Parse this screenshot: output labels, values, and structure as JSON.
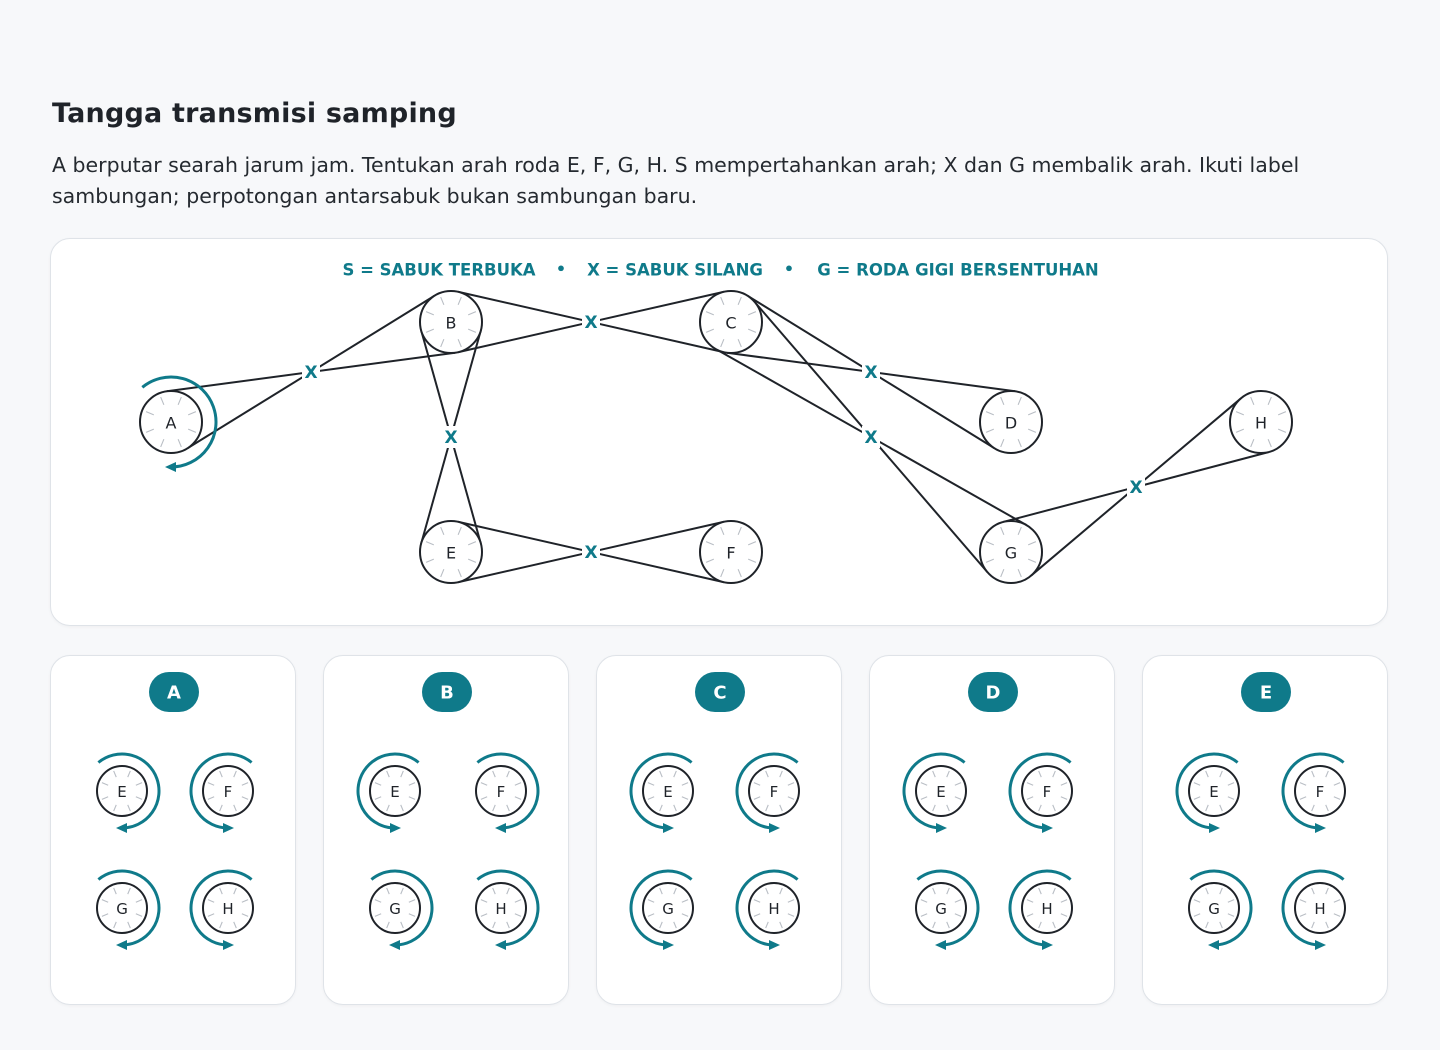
{
  "title": "Tangga transmisi samping",
  "description": "A berputar searah jarum jam. Tentukan arah roda E, F, G, H. S mempertahankan arah; X dan G membalik arah. Ikuti label sambungan; perpotongan antarsabuk bukan sambungan baru.",
  "legend": [
    "S = SABUK TERBUKA",
    "X = SABUK SILANG",
    "G = RODA GIGI BERSENTUHAN"
  ],
  "legend_separator": "•",
  "colors": {
    "accent": "#0f7a8a",
    "ink": "#1f2329",
    "card_border": "#dfe3e8",
    "background": "#f7f8fa"
  },
  "diagram": {
    "wheels": [
      {
        "id": "A",
        "label": "A"
      },
      {
        "id": "B",
        "label": "B"
      },
      {
        "id": "C",
        "label": "C"
      },
      {
        "id": "D",
        "label": "D"
      },
      {
        "id": "E",
        "label": "E"
      },
      {
        "id": "F",
        "label": "F"
      },
      {
        "id": "G",
        "label": "G"
      },
      {
        "id": "H",
        "label": "H"
      }
    ],
    "given_rotation": {
      "wheel": "A",
      "direction": "clockwise"
    },
    "connections": [
      {
        "from": "A",
        "to": "B",
        "type": "X",
        "label": "X"
      },
      {
        "from": "B",
        "to": "C",
        "type": "X",
        "label": "X"
      },
      {
        "from": "B",
        "to": "E",
        "type": "X",
        "label": "X"
      },
      {
        "from": "C",
        "to": "D",
        "type": "X",
        "label": "X"
      },
      {
        "from": "C",
        "to": "G",
        "type": "X",
        "label": "X"
      },
      {
        "from": "E",
        "to": "F",
        "type": "X",
        "label": "X"
      },
      {
        "from": "G",
        "to": "H",
        "type": "X",
        "label": "X"
      }
    ]
  },
  "options": [
    {
      "label": "A",
      "answers": [
        {
          "wheel": "E",
          "direction": "clockwise"
        },
        {
          "wheel": "F",
          "direction": "counterclockwise"
        },
        {
          "wheel": "G",
          "direction": "clockwise"
        },
        {
          "wheel": "H",
          "direction": "counterclockwise"
        }
      ]
    },
    {
      "label": "B",
      "answers": [
        {
          "wheel": "E",
          "direction": "counterclockwise"
        },
        {
          "wheel": "F",
          "direction": "clockwise"
        },
        {
          "wheel": "G",
          "direction": "clockwise"
        },
        {
          "wheel": "H",
          "direction": "clockwise"
        }
      ]
    },
    {
      "label": "C",
      "answers": [
        {
          "wheel": "E",
          "direction": "counterclockwise"
        },
        {
          "wheel": "F",
          "direction": "counterclockwise"
        },
        {
          "wheel": "G",
          "direction": "counterclockwise"
        },
        {
          "wheel": "H",
          "direction": "counterclockwise"
        }
      ]
    },
    {
      "label": "D",
      "answers": [
        {
          "wheel": "E",
          "direction": "counterclockwise"
        },
        {
          "wheel": "F",
          "direction": "counterclockwise"
        },
        {
          "wheel": "G",
          "direction": "clockwise"
        },
        {
          "wheel": "H",
          "direction": "counterclockwise"
        }
      ]
    },
    {
      "label": "E",
      "answers": [
        {
          "wheel": "E",
          "direction": "counterclockwise"
        },
        {
          "wheel": "F",
          "direction": "counterclockwise"
        },
        {
          "wheel": "G",
          "direction": "clockwise"
        },
        {
          "wheel": "H",
          "direction": "counterclockwise"
        }
      ]
    }
  ]
}
